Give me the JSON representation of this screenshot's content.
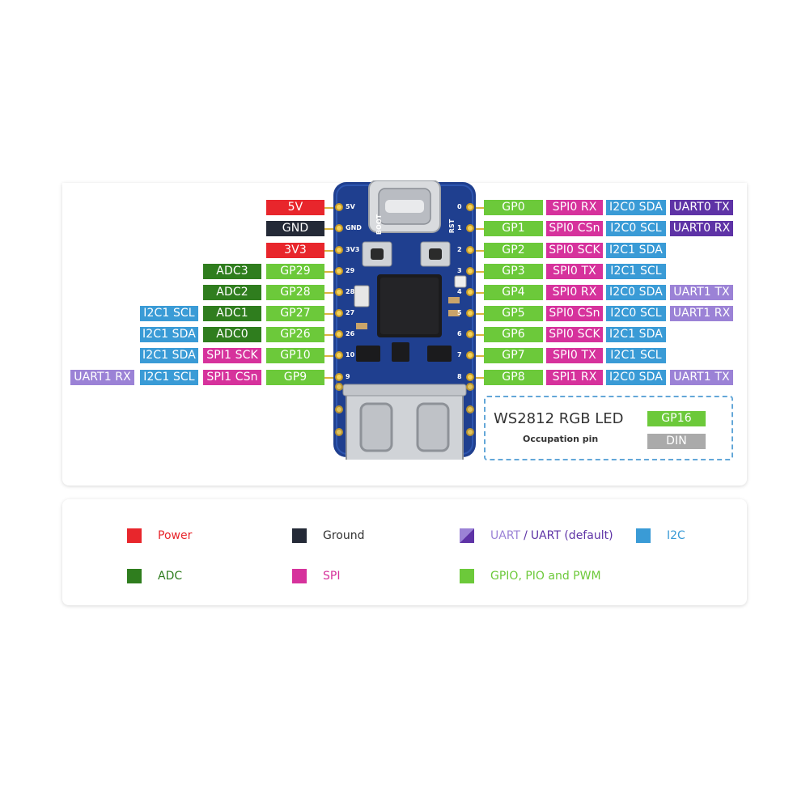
{
  "colors": {
    "power": "#e8262c",
    "ground": "#242a37",
    "adc": "#2f7d1e",
    "gpio": "#6cc93a",
    "spi": "#d6329c",
    "i2c": "#3a9bd6",
    "uart": "#5e33a6",
    "uart_alt": "#9b82d6",
    "din": "#aaaaaa"
  },
  "left_pins": [
    [
      {
        "text": "5V",
        "kind": "power"
      }
    ],
    [
      {
        "text": "GND",
        "kind": "ground"
      }
    ],
    [
      {
        "text": "3V3",
        "kind": "power"
      }
    ],
    [
      {
        "text": "ADC3",
        "kind": "adc"
      },
      {
        "text": "GP29",
        "kind": "gpio"
      }
    ],
    [
      {
        "text": "ADC2",
        "kind": "adc"
      },
      {
        "text": "GP28",
        "kind": "gpio"
      }
    ],
    [
      {
        "text": "I2C1 SCL",
        "kind": "i2c"
      },
      {
        "text": "ADC1",
        "kind": "adc"
      },
      {
        "text": "GP27",
        "kind": "gpio"
      }
    ],
    [
      {
        "text": "I2C1 SDA",
        "kind": "i2c"
      },
      {
        "text": "ADC0",
        "kind": "adc"
      },
      {
        "text": "GP26",
        "kind": "gpio"
      }
    ],
    [
      {
        "text": "I2C1 SDA",
        "kind": "i2c"
      },
      {
        "text": "SPI1 SCK",
        "kind": "spi"
      },
      {
        "text": "GP10",
        "kind": "gpio"
      }
    ],
    [
      {
        "text": "UART1 RX",
        "kind": "uart_alt"
      },
      {
        "text": "I2C1 SCL",
        "kind": "i2c"
      },
      {
        "text": "SPI1 CSn",
        "kind": "spi"
      },
      {
        "text": "GP9",
        "kind": "gpio"
      }
    ]
  ],
  "right_pins": [
    [
      {
        "text": "GP0",
        "kind": "gpio"
      },
      {
        "text": "SPI0 RX",
        "kind": "spi"
      },
      {
        "text": "I2C0 SDA",
        "kind": "i2c"
      },
      {
        "text": "UART0 TX",
        "kind": "uart"
      }
    ],
    [
      {
        "text": "GP1",
        "kind": "gpio"
      },
      {
        "text": "SPI0 CSn",
        "kind": "spi"
      },
      {
        "text": "I2C0 SCL",
        "kind": "i2c"
      },
      {
        "text": "UART0 RX",
        "kind": "uart"
      }
    ],
    [
      {
        "text": "GP2",
        "kind": "gpio"
      },
      {
        "text": "SPI0 SCK",
        "kind": "spi"
      },
      {
        "text": "I2C1 SDA",
        "kind": "i2c"
      }
    ],
    [
      {
        "text": "GP3",
        "kind": "gpio"
      },
      {
        "text": "SPI0 TX",
        "kind": "spi"
      },
      {
        "text": "I2C1 SCL",
        "kind": "i2c"
      }
    ],
    [
      {
        "text": "GP4",
        "kind": "gpio"
      },
      {
        "text": "SPI0 RX",
        "kind": "spi"
      },
      {
        "text": "I2C0 SDA",
        "kind": "i2c"
      },
      {
        "text": "UART1 TX",
        "kind": "uart_alt"
      }
    ],
    [
      {
        "text": "GP5",
        "kind": "gpio"
      },
      {
        "text": "SPI0 CSn",
        "kind": "spi"
      },
      {
        "text": "I2C0 SCL",
        "kind": "i2c"
      },
      {
        "text": "UART1 RX",
        "kind": "uart_alt"
      }
    ],
    [
      {
        "text": "GP6",
        "kind": "gpio"
      },
      {
        "text": "SPI0 SCK",
        "kind": "spi"
      },
      {
        "text": "I2C1 SDA",
        "kind": "i2c"
      }
    ],
    [
      {
        "text": "GP7",
        "kind": "gpio"
      },
      {
        "text": "SPI0 TX",
        "kind": "spi"
      },
      {
        "text": "I2C1 SCL",
        "kind": "i2c"
      }
    ],
    [
      {
        "text": "GP8",
        "kind": "gpio"
      },
      {
        "text": "SPI1 RX",
        "kind": "spi"
      },
      {
        "text": "I2C0 SDA",
        "kind": "i2c"
      },
      {
        "text": "UART1 TX",
        "kind": "uart_alt"
      }
    ]
  ],
  "board_pin_labels": {
    "left": [
      "5V",
      "GND",
      "3V3",
      "29",
      "28",
      "27",
      "26",
      "10",
      "9"
    ],
    "right": [
      "0",
      "1",
      "2",
      "3",
      "4",
      "5",
      "6",
      "7",
      "8"
    ],
    "boot": "BOOT",
    "rst": "RST"
  },
  "led": {
    "title": "WS2812 RGB LED",
    "subtitle": "Occupation pin",
    "gpio": "GP16",
    "din": "DIN"
  },
  "legend": {
    "power": "Power",
    "ground": "Ground",
    "uart": "UART",
    "uart_sep": "/",
    "uart_default": "UART (default)",
    "i2c": "I2C",
    "adc": "ADC",
    "spi": "SPI",
    "gpio": "GPIO, PIO and PWM"
  }
}
